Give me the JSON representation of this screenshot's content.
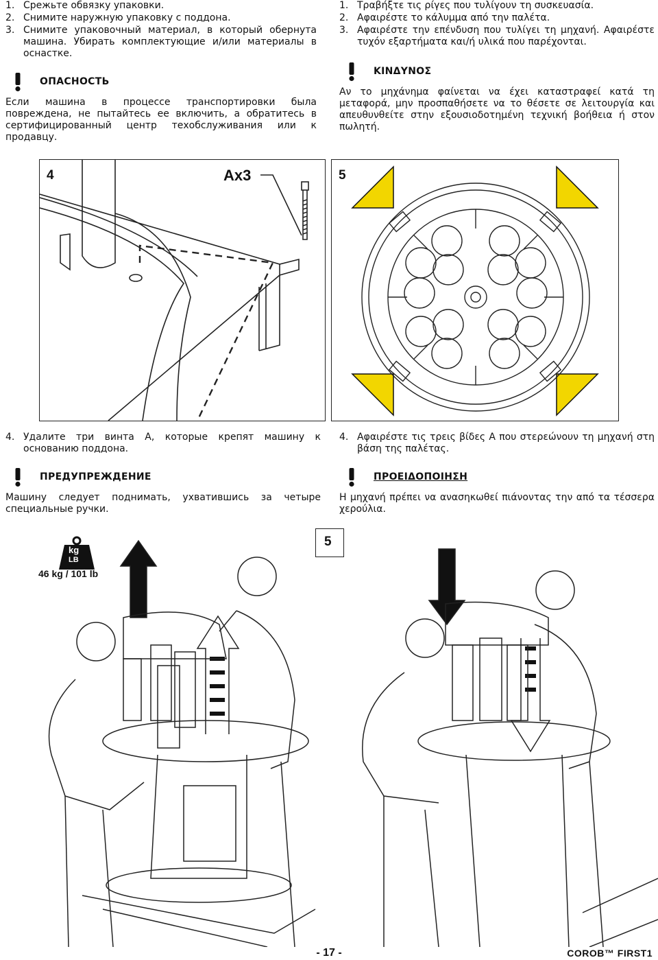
{
  "ru": {
    "steps_top": [
      {
        "n": "1.",
        "text": "Срежьте обвязку упаковки."
      },
      {
        "n": "2.",
        "text": "Снимите наружную упаковку с поддона."
      },
      {
        "n": "3.",
        "text": "Снимите упаковочный материал, в который обернута машина. Убирать комплектующие и/или материалы в оснастке."
      }
    ],
    "danger_title": "ОПАСНОСТЬ",
    "danger_text": "Если машина в процессе транспортировки была повреждена, не пытайтесь ее включить, а обратитесь в сертифицированный центр техобслуживания или к продавцу.",
    "step4_num": "4.",
    "step4_text": "Удалите три винта A, которые крепят машину к основанию поддона.",
    "step4_bold": "A",
    "warning_title": "ПРЕДУПРЕЖДЕНИЕ",
    "warning_text": "Машину следует поднимать, ухватившись за четыре специальные ручки."
  },
  "gr": {
    "steps_top": [
      {
        "n": "1.",
        "text": "Τραβήξτε τις ρίγες που τυλίγουν τη συσκευασία."
      },
      {
        "n": "2.",
        "text": "Αφαιρέστε το κάλυμμα από την παλέτα."
      },
      {
        "n": "3.",
        "text": "Αφαιρέστε την επένδυση που τυλίγει τη μηχανή. Αφαιρέστε τυχόν εξαρτήματα και/ή υλικά που παρέχονται."
      }
    ],
    "danger_title": "ΚΙΝΔΥΝΟΣ",
    "danger_text": "Αν το μηχάνημα φαίνεται να έχει καταστραφεί κατά τη μεταφορά, μην προσπαθήσετε να το θέσετε σε λειτουργία και απευθυνθείτε στην εξουσιοδοτημένη τεχνική βοήθεια ή στον πωλητή.",
    "step4_num": "4.",
    "step4_text": "Αφαιρέστε τις τρεις βίδες A που στερεώνουν τη μηχανή στη βάση της παλέτας.",
    "warning_title": "ΠΡΟΕΙΔΟΠΟΙΗΣΗ",
    "warning_text": "Η μηχανή πρέπει να ανασηκωθεί πιάνοντας την από τα τέσσερα χερούλια."
  },
  "figures": {
    "fig4_label": "4",
    "fig4_callout": "Ax3",
    "fig5_label": "5",
    "fig5b_label": "5",
    "weight_unit_top": "kg",
    "weight_unit_bottom": "LB",
    "weight_text": "46 kg / 101 lb"
  },
  "footer": {
    "page_number": "- 17 -",
    "brand": "COROB™ FIRST1"
  },
  "colors": {
    "warning_yellow": "#f2d600",
    "line": "#222222"
  }
}
